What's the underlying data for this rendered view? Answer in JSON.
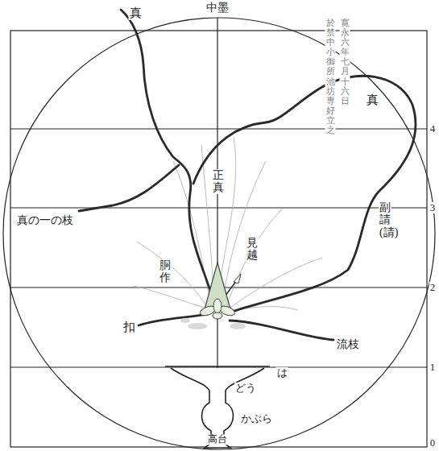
{
  "diagram": {
    "labels": [
      "中墨",
      "真",
      "真",
      "正真",
      "真の一の枝",
      "見越",
      "胴作",
      "副請(請)",
      "扣",
      "流枝",
      "は",
      "どう",
      "かぶら",
      "高台",
      "4",
      "3",
      "2",
      "1",
      "0",
      "寛永六年七月十六日",
      "於禁中小御所池坊専好立之"
    ]
  }
}
